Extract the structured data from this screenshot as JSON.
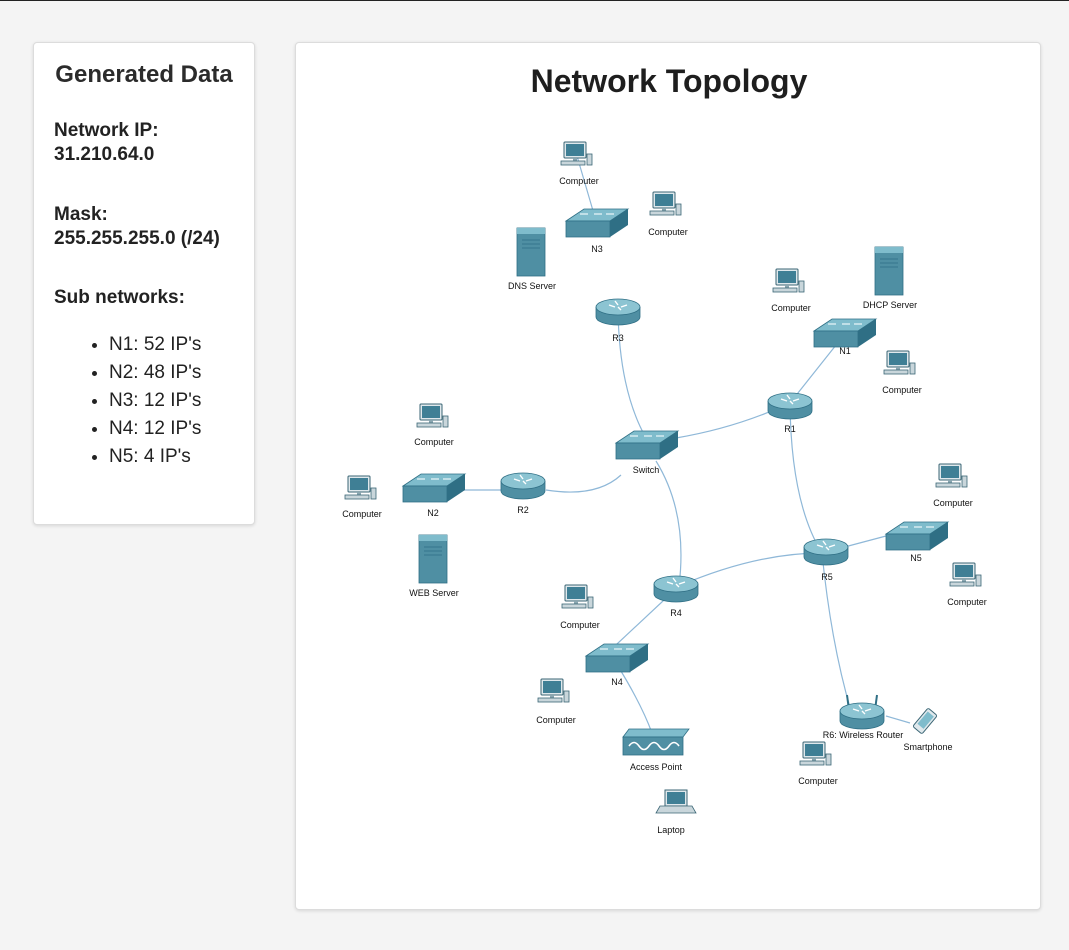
{
  "sidebar": {
    "title": "Generated Data",
    "network_ip_label": "Network IP:",
    "network_ip": "31.210.64.0",
    "mask_label": "Mask:",
    "mask": "255.255.255.0 (/24)",
    "subnets_label": "Sub networks:",
    "subnets": [
      "N1: 52 IP's",
      "N2: 48 IP's",
      "N3: 12 IP's",
      "N4: 12 IP's",
      "N5: 4 IP's"
    ]
  },
  "diagram": {
    "title": "Network Topology",
    "labels": {
      "n3_computer_top": "Computer",
      "n3_computer_right": "Computer",
      "n3": "N3",
      "dns_server": "DNS Server",
      "r3": "R3",
      "n1_computer_left": "Computer",
      "dhcp_server": "DHCP Server",
      "n1": "N1",
      "n1_computer_bottom": "Computer",
      "r1": "R1",
      "switch": "Switch",
      "n2_computer_top": "Computer",
      "n2_computer_left": "Computer",
      "n2": "N2",
      "web_server": "WEB Server",
      "r2": "R2",
      "n5_computer_top": "Computer",
      "n5": "N5",
      "n5_computer_bottom": "Computer",
      "r5": "R5",
      "r4": "R4",
      "n4_computer_top": "Computer",
      "n4": "N4",
      "n4_computer_bottom": "Computer",
      "access_point": "Access Point",
      "laptop": "Laptop",
      "r6": "R6: Wireless Router",
      "smartphone": "Smartphone",
      "r6_computer": "Computer"
    }
  },
  "colors": {
    "link": "#8fb8d8",
    "device": "#4f8fa3",
    "device_dark": "#2f6f85",
    "device_light": "#7fbccc"
  }
}
